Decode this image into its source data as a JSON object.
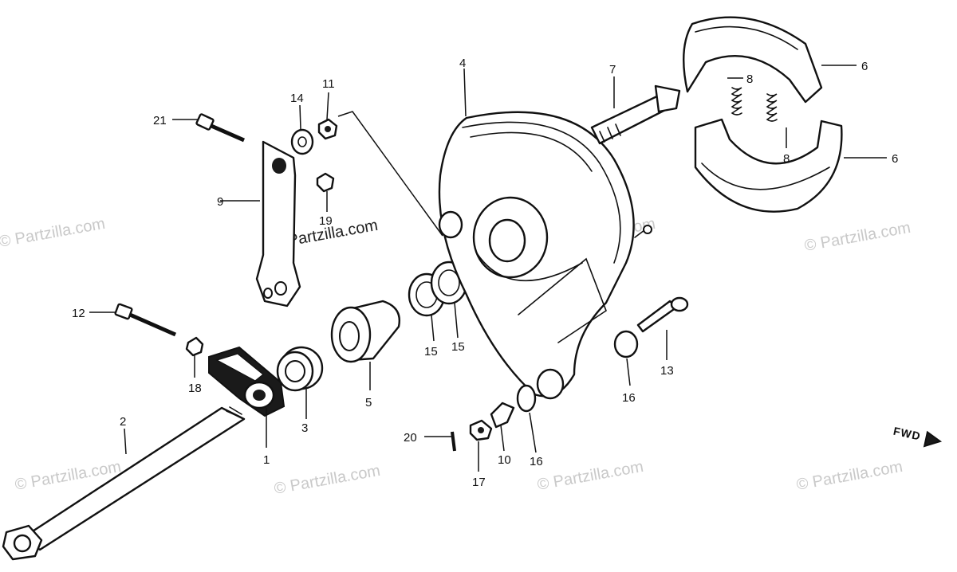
{
  "watermark": {
    "text": "© Partzilla.com",
    "center_text": "© Partzilla.com"
  },
  "fwd_label": "FWD",
  "callouts": [
    "1",
    "2",
    "3",
    "4",
    "5",
    "6",
    "6",
    "7",
    "8",
    "8",
    "9",
    "10",
    "11",
    "12",
    "13",
    "14",
    "15",
    "15",
    "16",
    "16",
    "17",
    "18",
    "19",
    "20",
    "21"
  ]
}
